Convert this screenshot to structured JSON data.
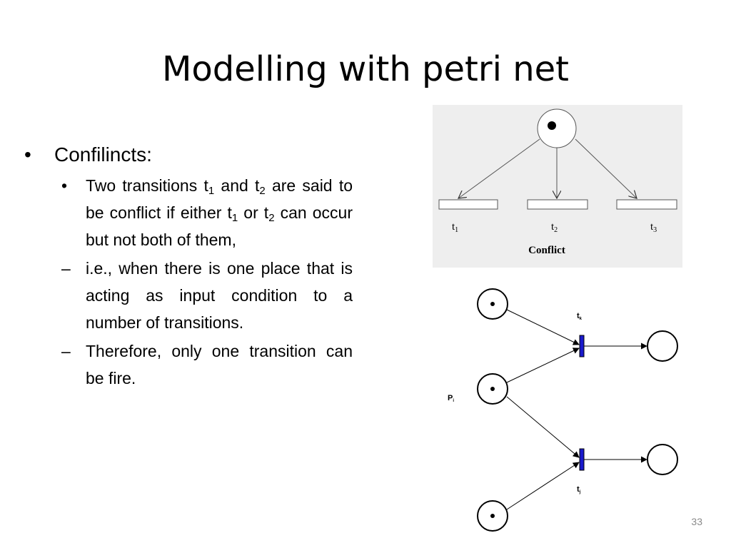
{
  "title": "Modelling with petri net",
  "bullets": {
    "main": "Confilincts:",
    "sub1": {
      "a": "Two transitions t",
      "s1": "1",
      "b": " and t",
      "s2": "2",
      "c": " are said to be conflict if either t",
      "s3": "1",
      "d": " or t",
      "s4": "2",
      "e": " can occur but not both of them,"
    },
    "dash1": "i.e., when there is one place that is acting as input condition to a number of transitions.",
    "dash2": "Therefore, only one transition can be fire."
  },
  "figure1": {
    "labels": {
      "t1": "t",
      "t1_sub": "1",
      "t2": "t",
      "t2_sub": "2",
      "t3": "t",
      "t3_sub": "3"
    },
    "caption": "Conflict"
  },
  "figure2": {
    "label_tk": "t",
    "label_tk_sub": "k",
    "label_pi": "P",
    "label_pi_sub": "i",
    "label_tj": "t",
    "label_tj_sub": "j",
    "colors": {
      "transition_fill": "#1a1acc",
      "stroke": "#000000"
    }
  },
  "page_number": "33"
}
